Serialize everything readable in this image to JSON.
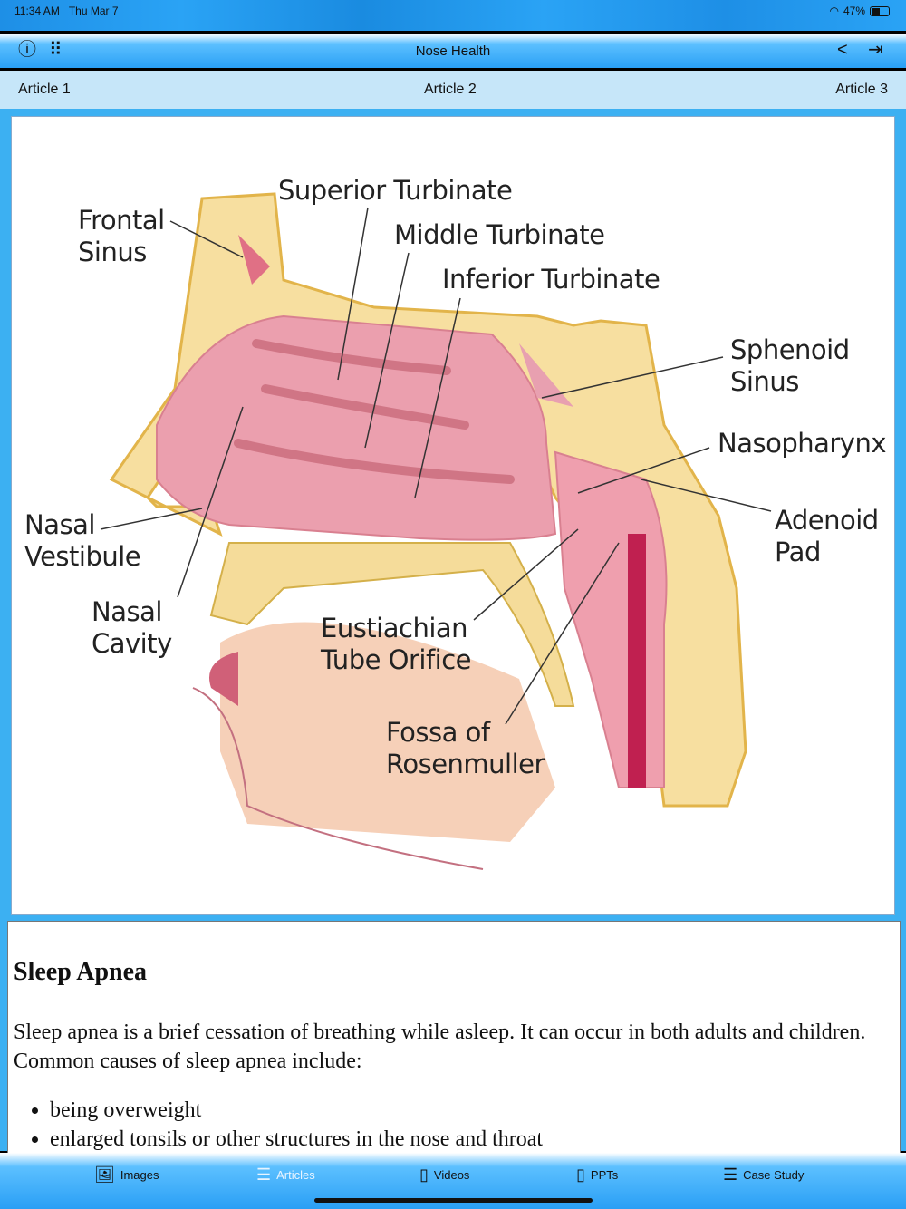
{
  "status": {
    "time": "11:34 AM",
    "date": "Thu Mar 7",
    "battery": "47%"
  },
  "nav": {
    "title": "Nose Health"
  },
  "tabs": [
    "Article 1",
    "Article 2",
    "Article 3"
  ],
  "diagram": {
    "labels": {
      "superior": "Superior Turbinate",
      "middle": "Middle Turbinate",
      "inferior": "Inferior Turbinate",
      "frontal": "Frontal\nSinus",
      "sphenoid": "Sphenoid\nSinus",
      "nasopharynx": "Nasopharynx",
      "adenoid": "Adenoid\nPad",
      "vestibule": "Nasal\nVestibule",
      "cavity": "Nasal\nCavity",
      "eustachian": "Eustiachian\nTube Orifice",
      "fossa": "Fossa of\nRosenmuller"
    }
  },
  "article": {
    "title": "Sleep Apnea",
    "body": "Sleep apnea is a brief cessation of breathing while asleep. It can occur in both adults and children. Common causes of sleep apnea include:",
    "bullets": [
      "being overweight",
      "enlarged tonsils or other structures in the nose and throat"
    ]
  },
  "tabbar": [
    {
      "label": "Images",
      "icon": "image-icon"
    },
    {
      "label": "Articles",
      "icon": "articles-icon"
    },
    {
      "label": "Videos",
      "icon": "film-icon"
    },
    {
      "label": "PPTs",
      "icon": "ppt-icon"
    },
    {
      "label": "Case Study",
      "icon": "list-icon"
    }
  ]
}
